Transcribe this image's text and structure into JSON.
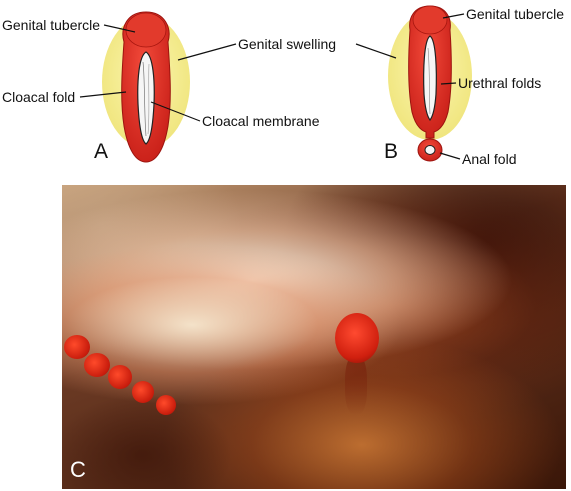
{
  "panels": {
    "a": {
      "letter": "A",
      "labels": {
        "genital_tubercle": "Genital tubercle",
        "genital_swelling": "Genital swelling",
        "cloacal_fold": "Cloacal fold",
        "cloacal_membrane": "Cloacal membrane"
      }
    },
    "b": {
      "letter": "B",
      "labels": {
        "genital_tubercle": "Genital tubercle",
        "urethral_folds": "Urethral folds",
        "anal_fold": "Anal fold"
      }
    },
    "c": {
      "letter": "C"
    }
  },
  "colors": {
    "swelling": "#f5ee8a",
    "tissue": "#e8302a",
    "membrane": "#f4f4f4",
    "line": "#111111"
  }
}
